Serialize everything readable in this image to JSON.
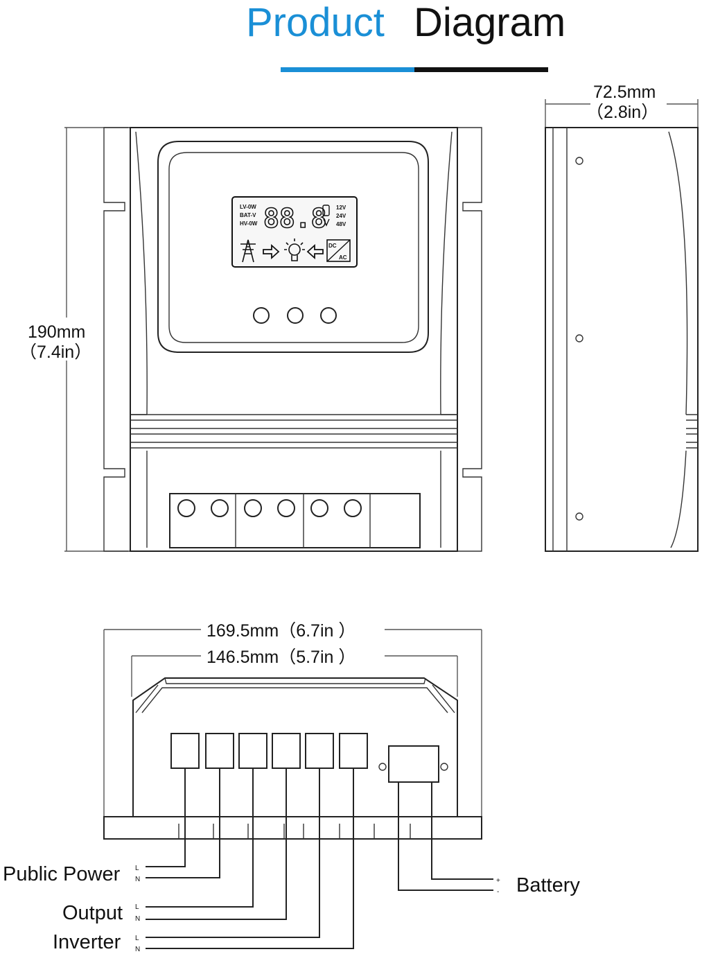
{
  "title": {
    "word1": "Product",
    "word2": "Diagram",
    "word1_color": "#1a8fd6",
    "word2_color": "#111111"
  },
  "dimensions": {
    "height_mm": "190mm",
    "height_in": "（7.4in）",
    "depth_mm": "72.5mm",
    "depth_in": "（2.8in）",
    "width_outer": "169.5mm（6.7in ）",
    "width_inner": "146.5mm（5.7in ）"
  },
  "lcd": {
    "labels": [
      "LV-0W",
      "BAT-V",
      "HV-0W"
    ],
    "digits": "88.8",
    "voltages": [
      "12V",
      "24V",
      "48V"
    ],
    "dc": "DC",
    "ac": "AC"
  },
  "terminals": {
    "public_power": "Public Power",
    "output": "Output",
    "inverter": "Inverter",
    "battery": "Battery",
    "l": "L",
    "n": "N",
    "plus": "+",
    "minus": "-"
  },
  "icons": [
    "power-tower-icon",
    "arrow-right-icon",
    "light-bulb-icon",
    "arrow-left-icon",
    "dc-ac-converter-icon"
  ]
}
